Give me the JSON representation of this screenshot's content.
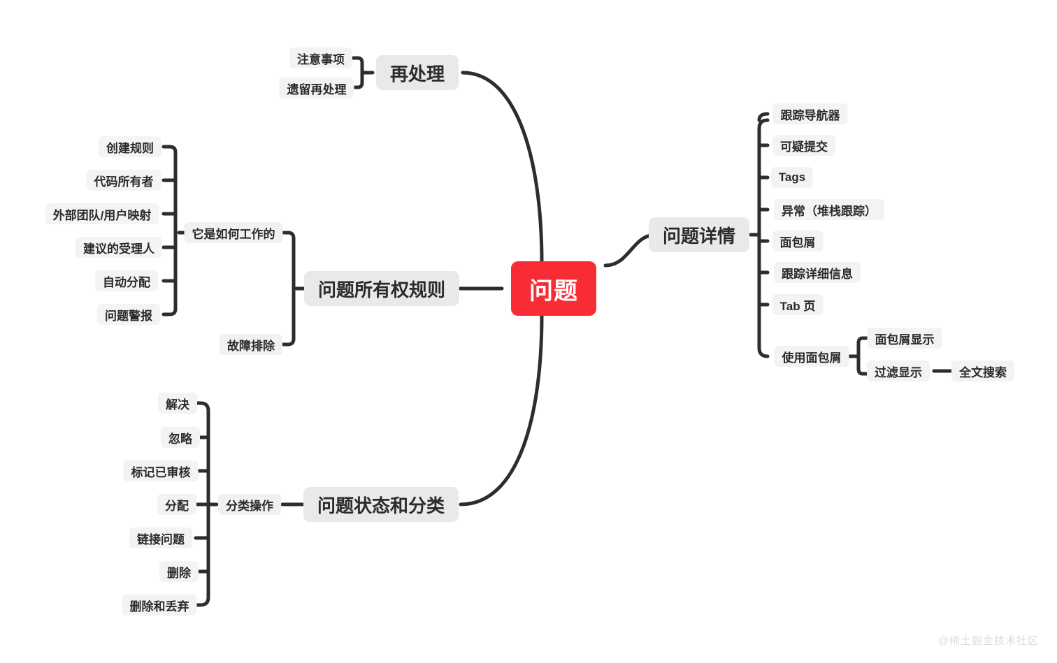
{
  "diagram": {
    "title": "问题",
    "watermark": "@稀土掘金技术社区",
    "colors": {
      "root_bg": "#F72C35",
      "root_text": "#FFFFFF",
      "branch_bg": "#E9E9E9",
      "leaf_bg": "#F3F3F3",
      "edge": "#2D2D2D",
      "background": "#FFFFFF",
      "watermark": "#DCDCDC"
    },
    "root": {
      "label": "问题"
    },
    "branches": [
      {
        "id": "reprocess",
        "label": "再处理",
        "side": "top-left",
        "children": [
          {
            "label": "注意事项"
          },
          {
            "label": "遗留再处理"
          }
        ]
      },
      {
        "id": "ownership-rules",
        "label": "问题所有权规则",
        "side": "left",
        "children": [
          {
            "label": "它是如何工作的",
            "children": [
              {
                "label": "创建规则"
              },
              {
                "label": "代码所有者"
              },
              {
                "label": "外部团队/用户映射"
              },
              {
                "label": "建议的受理人"
              },
              {
                "label": "自动分配"
              },
              {
                "label": "问题警报"
              }
            ]
          },
          {
            "label": "故障排除",
            "children": []
          }
        ]
      },
      {
        "id": "issue-detail",
        "label": "问题详情",
        "side": "right",
        "children": [
          {
            "label": "跟踪导航器"
          },
          {
            "label": "可疑提交"
          },
          {
            "label": "Tags"
          },
          {
            "label": "异常（堆栈跟踪）"
          },
          {
            "label": "面包屑"
          },
          {
            "label": "跟踪详细信息"
          },
          {
            "label": "Tab 页"
          },
          {
            "label": "使用面包屑",
            "children": [
              {
                "label": "面包屑显示"
              },
              {
                "label": "过滤显示",
                "children": [
                  {
                    "label": "全文搜索"
                  }
                ]
              }
            ]
          }
        ]
      },
      {
        "id": "status-and-category",
        "label": "问题状态和分类",
        "side": "bottom-left",
        "children": [
          {
            "label": "分类操作",
            "children": [
              {
                "label": "解决"
              },
              {
                "label": "忽略"
              },
              {
                "label": "标记已审核"
              },
              {
                "label": "分配"
              },
              {
                "label": "链接问题"
              },
              {
                "label": "删除"
              },
              {
                "label": "删除和丢弃"
              }
            ]
          }
        ]
      }
    ]
  }
}
